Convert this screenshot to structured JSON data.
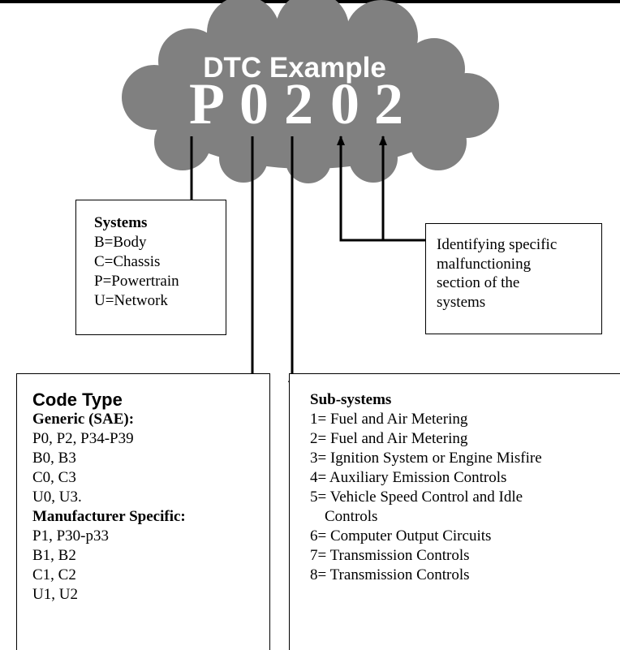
{
  "cloud": {
    "title": "DTC Example",
    "code_chars": [
      "P",
      "0",
      "2",
      "0",
      "2"
    ],
    "fill_color": "#808080"
  },
  "systems": {
    "title": "Systems",
    "items": [
      "B=Body",
      "C=Chassis",
      "P=Powertrain",
      "U=Network"
    ]
  },
  "identifying": {
    "lines": [
      "Identifying specific",
      "malfunctioning",
      "section of the",
      "systems"
    ]
  },
  "code_type": {
    "title": "Code Type",
    "generic_heading": "Generic (SAE):",
    "generic_items": [
      "P0, P2, P34-P39",
      "B0, B3",
      "C0, C3",
      "U0, U3."
    ],
    "manufacturer_heading": "Manufacturer Specific:",
    "manufacturer_items": [
      "P1, P30-p33",
      "B1, B2",
      "C1, C2",
      "U1, U2"
    ]
  },
  "sub_systems": {
    "title": "Sub-systems",
    "items": [
      "1= Fuel and Air Metering",
      "2= Fuel and Air Metering",
      "3= Ignition System or Engine Misfire",
      "4= Auxiliary Emission Controls",
      "5= Vehicle Speed Control and Idle",
      "Controls",
      "6= Computer Output Circuits",
      "7= Transmission Controls",
      "8= Transmission Controls"
    ]
  }
}
